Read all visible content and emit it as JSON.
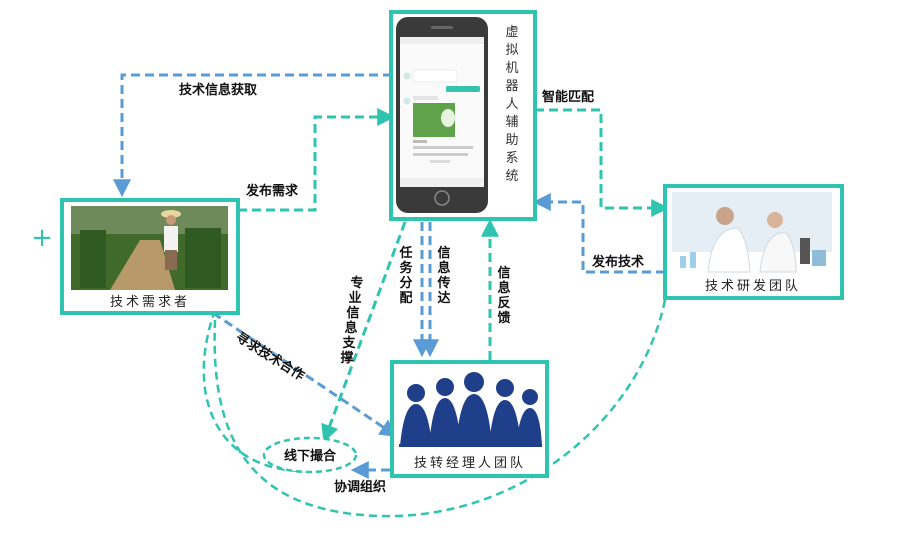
{
  "colors": {
    "teal": "#2ec4b0",
    "blue": "#5b9bd5",
    "dark_navy": "#1f3f8a",
    "phone_body": "#3a3a3a"
  },
  "nodes": {
    "system": {
      "label": "虚拟机器人辅助系统",
      "chars": [
        "虚",
        "拟",
        "机",
        "器",
        "人",
        "辅",
        "助",
        "系",
        "统"
      ]
    },
    "demander": {
      "label": "技术需求者"
    },
    "rnd": {
      "label": "技术研发团队"
    },
    "manager": {
      "label": "技转经理人团队"
    },
    "offline": {
      "label": "线下撮合"
    }
  },
  "edges": {
    "tech_info_fetch": "技术信息获取",
    "publish_demand": "发布需求",
    "smart_match": "智能匹配",
    "publish_tech": "发布技术",
    "task_assign": [
      "任",
      "务",
      "分",
      "配"
    ],
    "info_convey": [
      "信",
      "息",
      "传",
      "达"
    ],
    "info_feedback": [
      "信",
      "息",
      "反",
      "馈"
    ],
    "pro_support": [
      "专",
      "业",
      "信",
      "息",
      "支",
      "撑"
    ],
    "seek_coop": "寻求技术合作",
    "coordinate": "协调组织"
  },
  "icons": {
    "plus": "+"
  }
}
